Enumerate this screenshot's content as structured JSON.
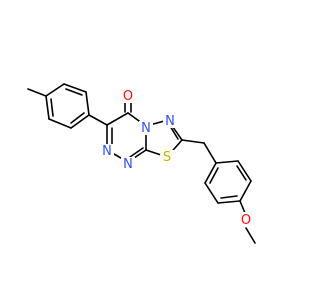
{
  "atoms": {
    "oxygen_carbonyl": {
      "symbol": "O",
      "color": "#ff0d0d"
    },
    "n4": {
      "symbol": "N",
      "color": "#3050f8"
    },
    "n3": {
      "symbol": "N",
      "color": "#3050f8"
    },
    "n1": {
      "symbol": "N",
      "color": "#3050f8"
    },
    "n2": {
      "symbol": "N",
      "color": "#3050f8"
    },
    "sulfur": {
      "symbol": "S",
      "color": "#b8b800"
    },
    "oxygen_methoxy": {
      "symbol": "O",
      "color": "#ff0d0d"
    }
  },
  "colors": {
    "bond": "#000000",
    "background": "#ffffff"
  }
}
